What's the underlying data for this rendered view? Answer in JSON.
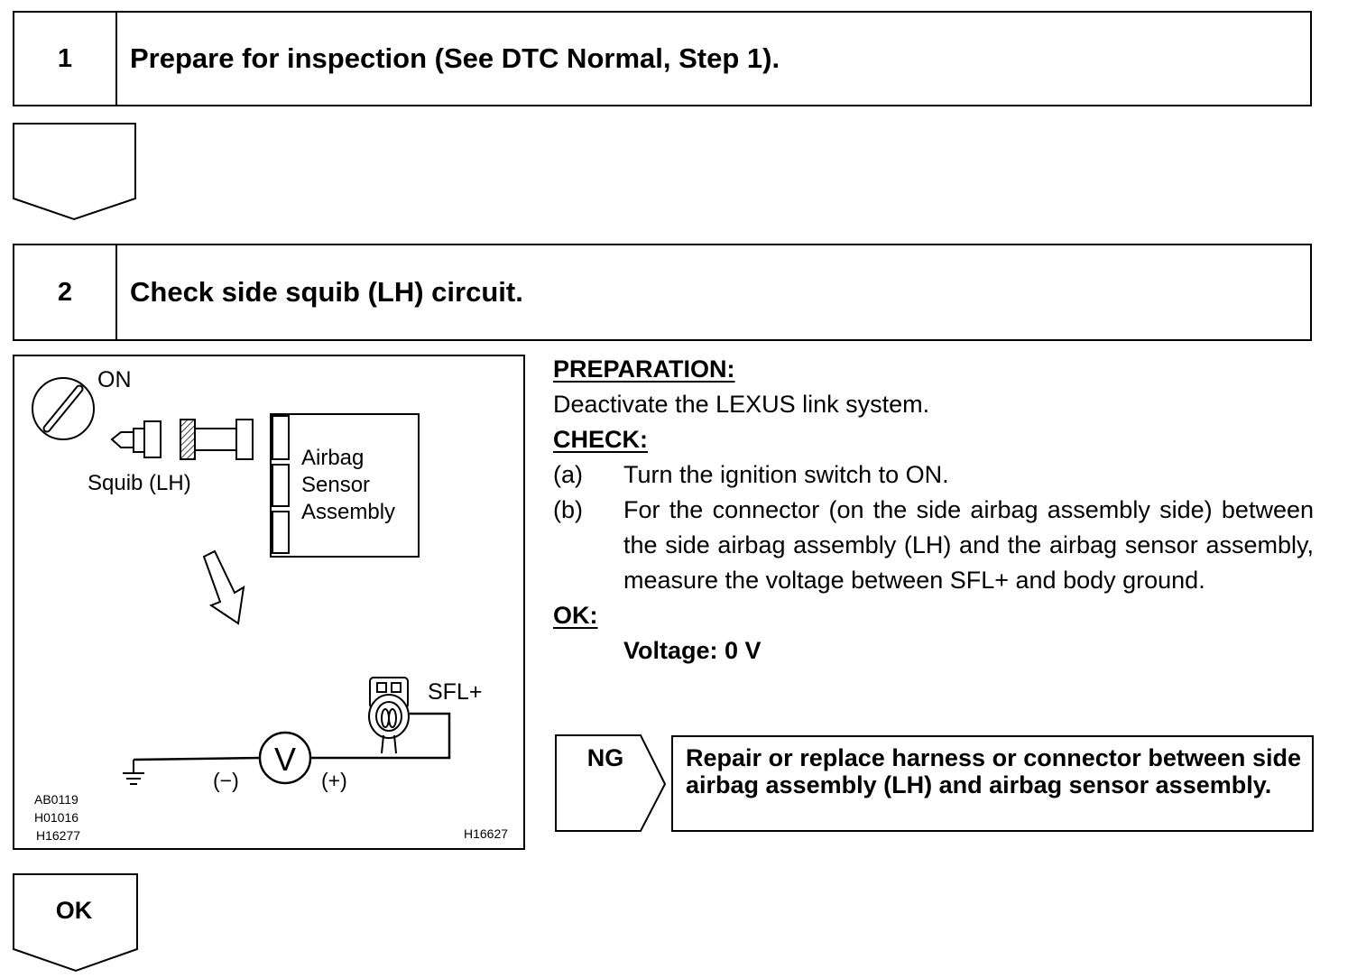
{
  "steps": [
    {
      "number": "1",
      "title": "Prepare for inspection (See DTC Normal, Step 1)."
    },
    {
      "number": "2",
      "title": "Check side squib (LH) circuit."
    }
  ],
  "figure": {
    "switch_label": "ON",
    "squib_label": "Squib (LH)",
    "sensor_label_lines": [
      "Airbag",
      "Sensor",
      "Assembly"
    ],
    "terminal_label": "SFL+",
    "meter_symbol": "V",
    "minus_label": "(−)",
    "plus_label": "(+)",
    "codes": [
      "AB0119",
      "H01016",
      "H16277"
    ],
    "figure_code": "H16627"
  },
  "instructions": {
    "preparation_heading": "PREPARATION:",
    "preparation_text": "Deactivate the LEXUS link system.",
    "check_heading": "CHECK:",
    "check_items": [
      {
        "label": "(a)",
        "text": "Turn the ignition switch to ON."
      },
      {
        "label": "(b)",
        "text": "For the connector (on the side airbag assembly side) between the side airbag assembly (LH) and the airbag sensor assembly, measure the voltage between SFL+ and body ground."
      }
    ],
    "ok_heading": "OK:",
    "ok_spec": "Voltage: 0 V"
  },
  "results": {
    "ng_label": "NG",
    "ng_action": "Repair or replace harness or connector between side airbag assembly (LH) and airbag sensor assembly.",
    "ok_label": "OK"
  }
}
